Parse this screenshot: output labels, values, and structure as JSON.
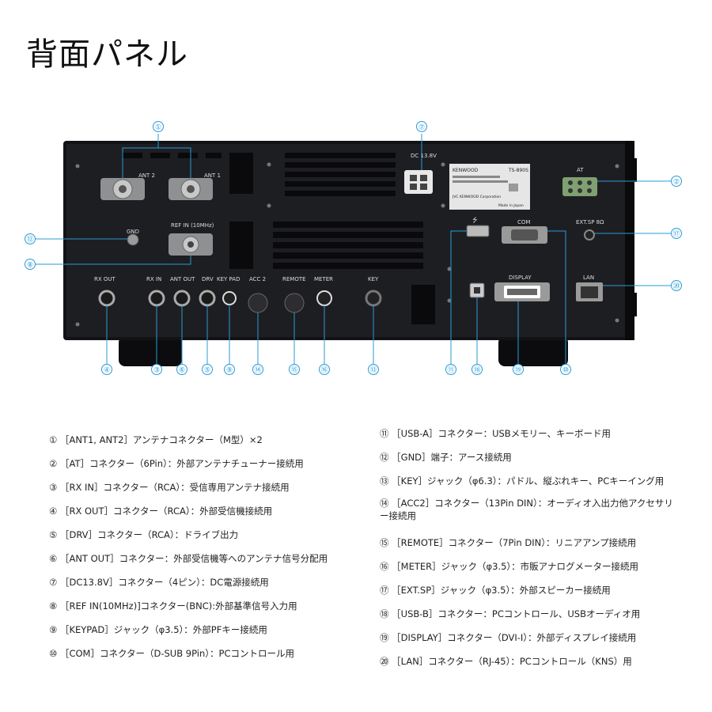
{
  "title": "背面パネル",
  "colors": {
    "accent": "#2a9bd6",
    "panel": "#1d1e22",
    "chassis": "#121316"
  },
  "callout_numbers": [
    "①",
    "②",
    "③",
    "④",
    "⑤",
    "⑥",
    "⑦",
    "⑧",
    "⑨",
    "⑩",
    "⑪",
    "⑫",
    "⑬",
    "⑭",
    "⑮",
    "⑯",
    "⑰",
    "⑱",
    "⑲",
    "⑳"
  ],
  "panel_labels": {
    "ant2": "ANT 2",
    "ant1": "ANT 1",
    "ref_in": "REF IN (10MHz)",
    "gnd": "GND",
    "dc": "DC 13.8V",
    "at": "AT",
    "com": "COM",
    "ext_sp": "EXT.SP 8Ω",
    "lan": "LAN",
    "display": "DISPLAY",
    "rx_out": "RX OUT",
    "rx_in": "RX IN",
    "ant_out": "ANT OUT",
    "drv": "DRV",
    "key_pad": "KEY PAD",
    "acc2": "ACC 2",
    "remote": "REMOTE",
    "meter": "METER",
    "key": "KEY"
  },
  "nameplate": {
    "brand": "KENWOOD",
    "model": "TS-890S",
    "maker": "JVC KENWOOD Corporation",
    "origin": "Made in Japan"
  },
  "legend_left": [
    "① ［ANT1, ANT2］アンテナコネクター（M型）×2",
    "② ［AT］コネクター（6Pin）：外部アンテナチューナー接続用",
    "③ ［RX IN］コネクター（RCA）：受信専用アンテナ接続用",
    "④ ［RX OUT］コネクター（RCA）：外部受信機接続用",
    "⑤ ［DRV］コネクター（RCA）：ドライブ出力",
    "⑥ ［ANT OUT］コネクター：外部受信機等へのアンテナ信号分配用",
    "⑦ ［DC13.8V］コネクター（4ピン）：DC電源接続用",
    "⑧ ［REF IN(10MHz)]コネクター(BNC):外部基準信号入力用",
    "⑨ ［KEYPAD］ジャック（φ3.5）：外部PFキー接続用",
    "⑩ ［COM］コネクター（D-SUB 9Pin）：PCコントロール用"
  ],
  "legend_right": [
    "⑪ ［USB-A］コネクター：USBメモリー、キーボード用",
    "⑫ ［GND］端子：アース接続用",
    "⑬ ［KEY］ジャック（φ6.3）：パドル、縦ぶれキー、PCキーイング用",
    "⑭ ［ACC2］コネクター（13Pin DIN）：オーディオ入出力他アクセサリー接続用",
    "⑮ ［REMOTE］コネクター（7Pin DIN）：リニアアンプ接続用",
    "⑯ ［METER］ジャック（φ3.5）：市販アナログメーター接続用",
    "⑰ ［EXT.SP］ジャック（φ3.5）：外部スピーカー接続用",
    "⑱ ［USB-B］コネクター：PCコントロール、USBオーディオ用",
    "⑲ ［DISPLAY］コネクター（DVI-I）：外部ディスプレイ接続用",
    "⑳ ［LAN］コネクター（RJ-45）：PCコントロール（KNS）用"
  ]
}
